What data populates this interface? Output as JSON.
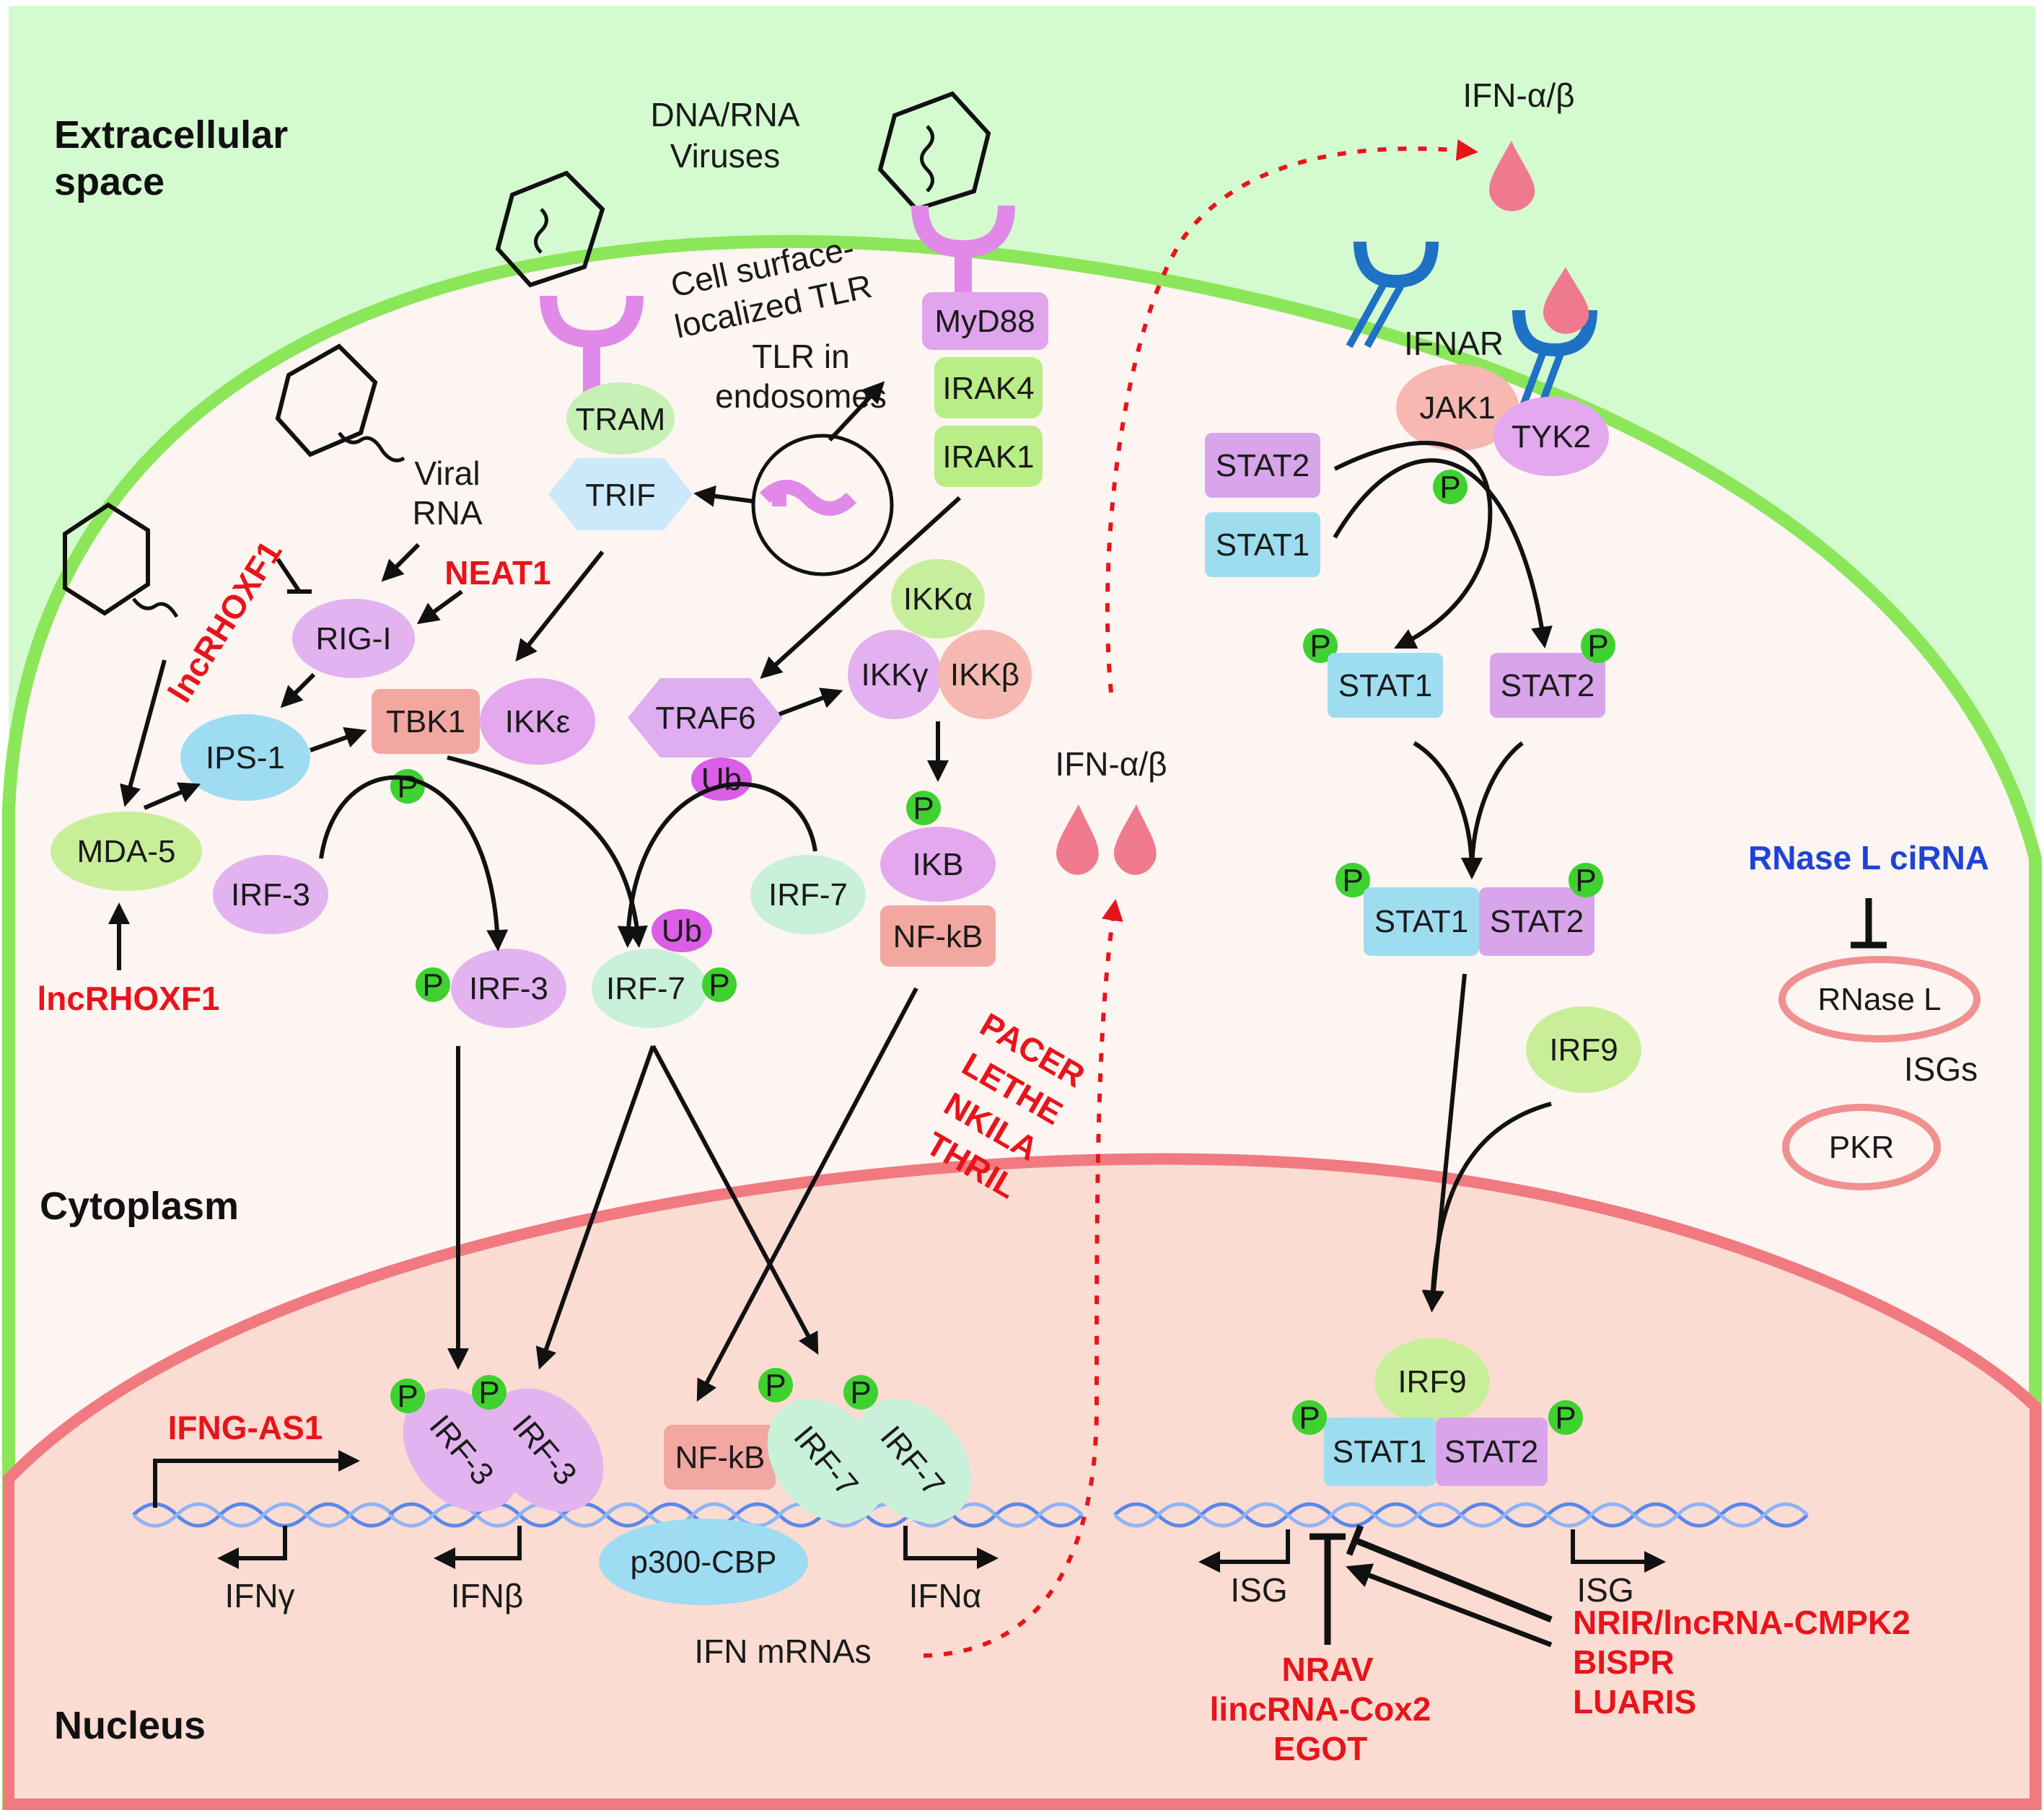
{
  "regions": {
    "extracellular_1": "Extracellular",
    "extracellular_2": "space",
    "cytoplasm": "Cytoplasm",
    "nucleus": "Nucleus"
  },
  "labels": {
    "dna_rna_1": "DNA/RNA",
    "dna_rna_2": "Viruses",
    "cell_surface_1": "Cell surface-",
    "cell_surface_2": "localized TLR",
    "tlr_endo_1": "TLR in",
    "tlr_endo_2": "endosomes",
    "viral_rna_1": "Viral",
    "viral_rna_2": "RNA",
    "ifn_ab_top": "IFN-α/β",
    "ifn_ab_mid": "IFN-α/β",
    "ifnar": "IFNAR",
    "isgs": "ISGs",
    "ifn_mrnas": "IFN mRNAs",
    "ifng_gene": "IFNγ",
    "ifnb_gene": "IFNβ",
    "ifna_gene": "IFNα",
    "isg_left": "ISG",
    "isg_right": "ISG"
  },
  "molecules": {
    "myd88": "MyD88",
    "irak4": "IRAK4",
    "irak1": "IRAK1",
    "tram": "TRAM",
    "trif": "TRIF",
    "rigi": "RIG-I",
    "ips1": "IPS-1",
    "mda5": "MDA-5",
    "tbk1": "TBK1",
    "ikke": "IKKε",
    "traf6": "TRAF6",
    "ub": "Ub",
    "ikka": "IKKα",
    "ikkg": "IKKγ",
    "ikkb": "IKKβ",
    "ikb": "IKB",
    "nfkb": "NF-kB",
    "irf3": "IRF-3",
    "irf7": "IRF-7",
    "p": "P",
    "jak1": "JAK1",
    "tyk2": "TYK2",
    "stat1": "STAT1",
    "stat2": "STAT2",
    "irf9": "IRF9",
    "rnasel": "RNase L",
    "pkr": "PKR",
    "p300": "p300-CBP"
  },
  "lncrnas": {
    "lncrhoxf1_a": "lncRHOXF1",
    "lncrhoxf1_b": "lncRHOXF1",
    "neat1": "NEAT1",
    "pacer": "PACER",
    "lethe": "LETHE",
    "nkila": "NKILA",
    "thril": "THRIL",
    "ifng_as1": "IFNG-AS1",
    "nrav": "NRAV",
    "lincrna_cox2": "lincRNA-Cox2",
    "egot": "EGOT",
    "nrir": "NRIR/lncRNA-CMPK2",
    "bispr": "BISPR",
    "luaris": "LUARIS",
    "rnasel_cirna": "RNase L ciRNA"
  },
  "colors": {
    "extracellular": "#d4fbd0",
    "cytoplasm": "#fdf5f2",
    "nucleus": "#fbdcd2",
    "membrane": "#8ce65a",
    "nuclear_membrane": "#f07a80",
    "lncrna_red": "#e8141b",
    "cirna_blue": "#1d44d6"
  }
}
